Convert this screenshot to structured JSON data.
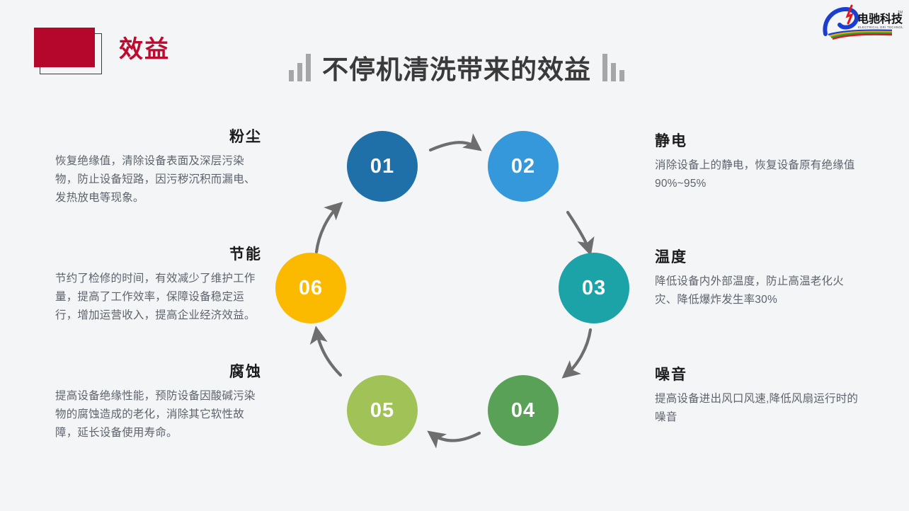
{
  "slide": {
    "background_color": "#f4f5f7",
    "badge": {
      "label": "效益",
      "fill_color": "#b5072b",
      "label_color": "#bf0a30"
    },
    "title": "不停机清洗带来的效益",
    "decor_left_icon": "ascending-bars-icon",
    "decor_right_icon": "descending-bars-icon"
  },
  "logo": {
    "brand_cn": "电驰科技",
    "brand_en": "ELECTRICAL DRI TECHNOLOGY",
    "trademark": "TM",
    "mark_color": "#1a3fd0"
  },
  "diagram": {
    "type": "cycle",
    "arrow_color": "#6e6e6e",
    "nodes": [
      {
        "id": "01",
        "number": "01",
        "color": "#1f6fa8"
      },
      {
        "id": "02",
        "number": "02",
        "color": "#3498db"
      },
      {
        "id": "03",
        "number": "03",
        "color": "#1ba3a8"
      },
      {
        "id": "04",
        "number": "04",
        "color": "#5aa158"
      },
      {
        "id": "05",
        "number": "05",
        "color": "#a0c256"
      },
      {
        "id": "06",
        "number": "06",
        "color": "#fbba00"
      }
    ]
  },
  "blocks": {
    "left": [
      {
        "title": "粉尘",
        "body": "恢复绝缘值，清除设备表面及深层污染物，防止设备短路，因污秽沉积而漏电、发热放电等现象。"
      },
      {
        "title": "节能",
        "body": "节约了检修的时间，有效减少了维护工作量，提高了工作效率，保障设备稳定运行，增加运营收入，提高企业经济效益。"
      },
      {
        "title": "腐蚀",
        "body": "提高设备绝缘性能，预防设备因酸碱污染物的腐蚀造成的老化，消除其它软性故障，延长设备使用寿命。"
      }
    ],
    "right": [
      {
        "title": "静电",
        "body": "消除设备上的静电，恢复设备原有绝缘值90%~95%"
      },
      {
        "title": "温度",
        "body": "降低设备内外部温度，防止高温老化火灾、降低爆炸发生率30%"
      },
      {
        "title": "噪音",
        "body": "提高设备进出风口风速,降低风扇运行时的噪音"
      }
    ]
  }
}
